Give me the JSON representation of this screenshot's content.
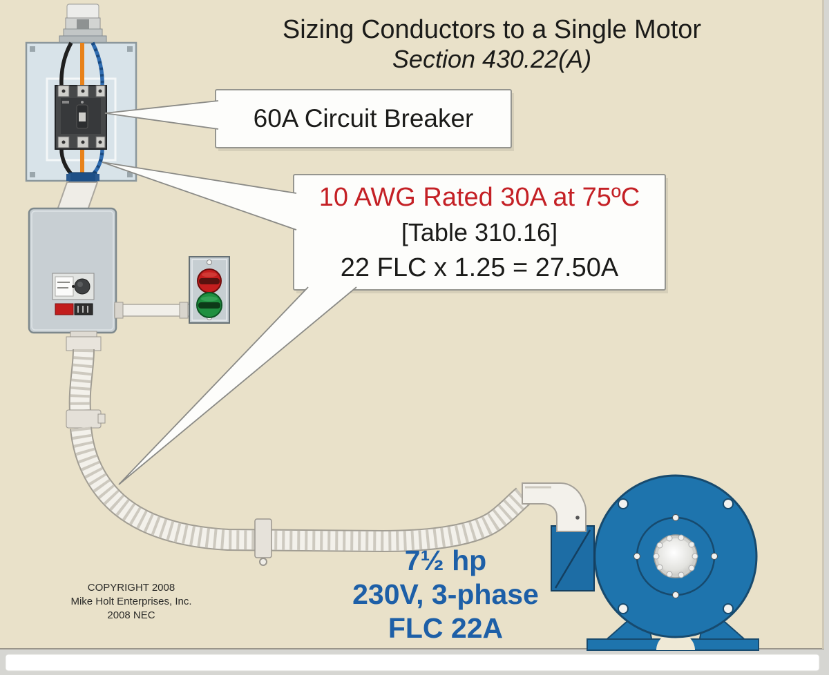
{
  "title": {
    "line1": "Sizing Conductors to a Single Motor",
    "line2": "Section 430.22(A)"
  },
  "callouts": {
    "breaker": {
      "label": "60A Circuit Breaker"
    },
    "conductor": {
      "line1": "10 AWG Rated 30A at 75ºC",
      "line2": "[Table 310.16]",
      "line3": "22 FLC x 1.25 = 27.50A"
    }
  },
  "motor_label": {
    "line1": "7½ hp",
    "line2": "230V, 3-phase",
    "line3": "FLC 22A"
  },
  "copyright": {
    "line1": "COPYRIGHT 2008",
    "line2": "Mike Holt Enterprises, Inc.",
    "line3": "2008 NEC"
  },
  "colors": {
    "canvas_background": "#e9e1c9",
    "callout_red_text": "#c42025",
    "motor_label_blue_text": "#1d5fa7",
    "motor_body_blue": "#1e74ad",
    "panel_blue_gray": "#d8e3e9",
    "enclosure_gray": "#c8cfd3",
    "wire_orange": "#e8821a",
    "wire_blue": "#2f6cb0",
    "text_black": "#1b1b19"
  },
  "components": [
    "service-conduit-fitting",
    "circuit-breaker-panel",
    "circuit-breaker",
    "disconnect-enclosure",
    "start-stop-button-station",
    "flexible-metal-conduit",
    "motor-junction-box",
    "electric-motor"
  ]
}
